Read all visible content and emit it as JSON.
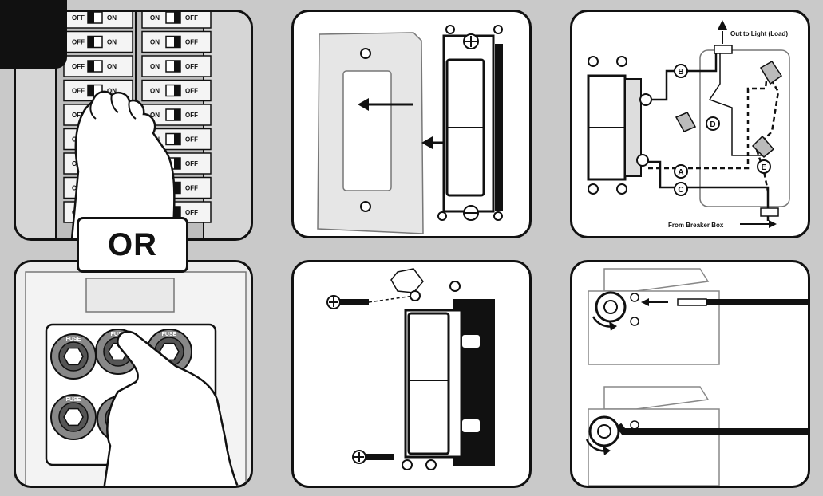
{
  "or_label": "OR",
  "breaker": {
    "on_label": "ON",
    "off_label": "OFF"
  },
  "fuse": {
    "label": "FUSE"
  },
  "wiring": {
    "out_label": "Out to Light (Load)",
    "from_label": "From Breaker Box",
    "markers": [
      "A",
      "B",
      "C",
      "D",
      "E"
    ]
  },
  "colors": {
    "outline": "#111111",
    "panel_bg": "#ffffff",
    "page_bg": "#c9c9c9",
    "plate": "#e6e6e6"
  }
}
